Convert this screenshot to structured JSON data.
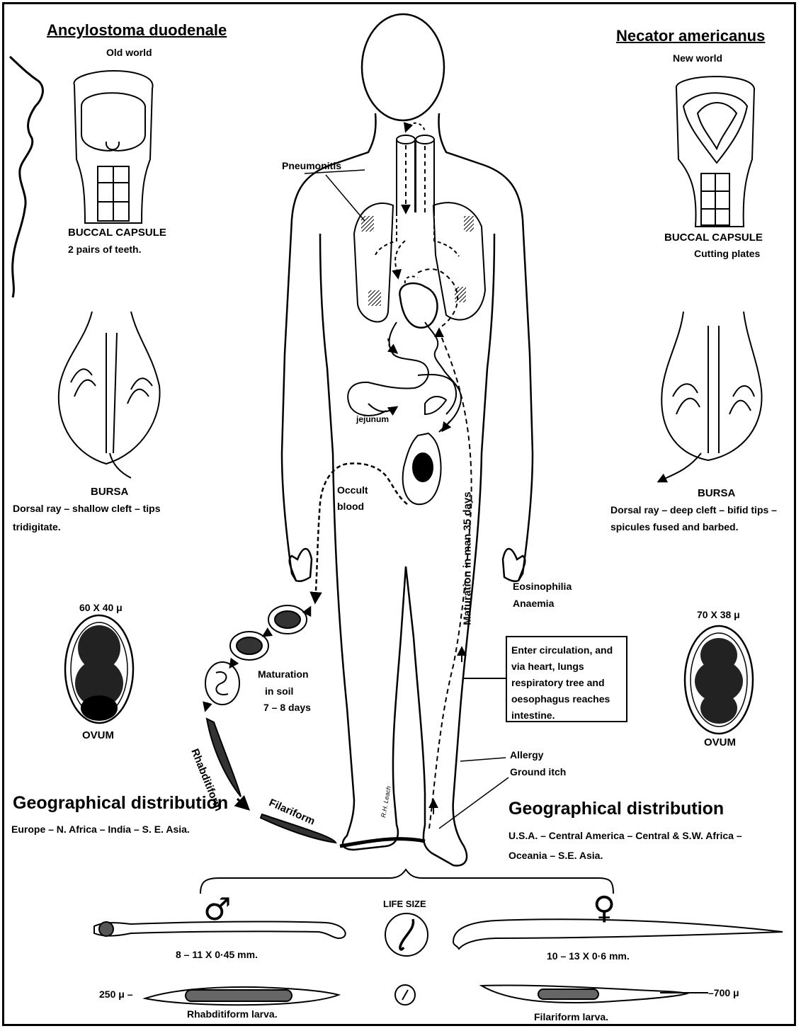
{
  "left": {
    "species": "Ancylostoma duodenale",
    "region": "Old world",
    "buccal_title": "BUCCAL CAPSULE",
    "buccal_desc": "2 pairs of teeth.",
    "bursa_title": "BURSA",
    "bursa_desc_1": "Dorsal ray – shallow cleft – tips",
    "bursa_desc_2": "tridigitate.",
    "ovum_size": "60 X 40 μ",
    "ovum_label": "OVUM",
    "geo_title": "Geographical distribution",
    "geo_desc": "Europe – N. Africa – India – S. E. Asia."
  },
  "right": {
    "species": "Necator americanus",
    "region": "New world",
    "buccal_title": "BUCCAL CAPSULE",
    "buccal_desc": "Cutting plates",
    "bursa_title": "BURSA",
    "bursa_desc_1": "Dorsal ray – deep cleft – bifid tips –",
    "bursa_desc_2": "spicules fused and barbed.",
    "ovum_size": "70 X 38 μ",
    "ovum_label": "OVUM",
    "geo_title": "Geographical distribution",
    "geo_desc_1": "U.S.A. – Central America – Central & S.W. Africa –",
    "geo_desc_2": "Oceania – S.E. Asia."
  },
  "center": {
    "pneumonitis": "Pneumonitis",
    "jejunum": "jejunum",
    "occult_1": "Occult",
    "occult_2": "blood",
    "maturation_man": "Maturation in man 35 days",
    "eosinophilia": "Eosinophilia",
    "anaemia": "Anaemia",
    "soil_1": "Maturation",
    "soil_2": "in soil",
    "soil_3": "7 – 8 days",
    "circulation_1": "Enter circulation, and",
    "circulation_2": "via heart, lungs",
    "circulation_3": "respiratory tree and",
    "circulation_4": "oesophagus reaches",
    "circulation_5": "intestine.",
    "allergy": "Allergy",
    "ground_itch": "Ground itch",
    "rhabditiform": "Rhabditiform",
    "filariform": "Filariform",
    "artist": "R.H. Leach"
  },
  "bottom": {
    "life_size": "LIFE SIZE",
    "male_symbol": "♂",
    "female_symbol": "♀",
    "male_size": "8 – 11 X 0·45 mm.",
    "female_size": "10 – 13 X 0·6 mm.",
    "rhab_size": "250 μ –",
    "fila_size": "–700 μ",
    "rhab_label": "Rhabditiform larva.",
    "fila_label": "Filariform larva."
  }
}
